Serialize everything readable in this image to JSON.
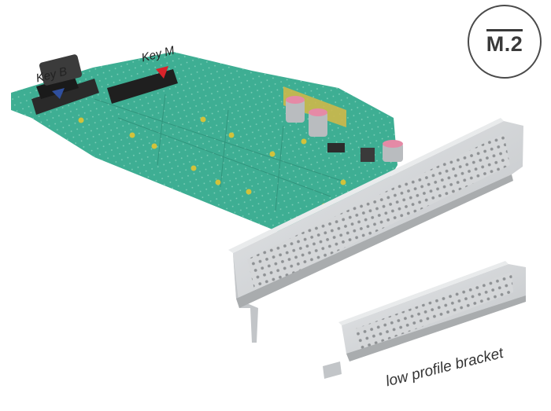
{
  "badge": {
    "text": "M.2"
  },
  "labels": {
    "key_b": "Key B",
    "key_m": "Key M",
    "low_profile": "low profile bracket"
  },
  "colors": {
    "pcb": "#3eae93",
    "pcb_dark": "#2f8f78",
    "pad_gold": "#d2c23b",
    "bracket": "#d5d7d9",
    "bracket_dark": "#a9acae",
    "marker_blue": "#2f4f9e",
    "marker_red": "#d8232a",
    "capacitor": "#e58aa6"
  },
  "icons": {
    "key_b_marker": "triangle-down-blue",
    "key_m_marker": "triangle-down-red"
  }
}
